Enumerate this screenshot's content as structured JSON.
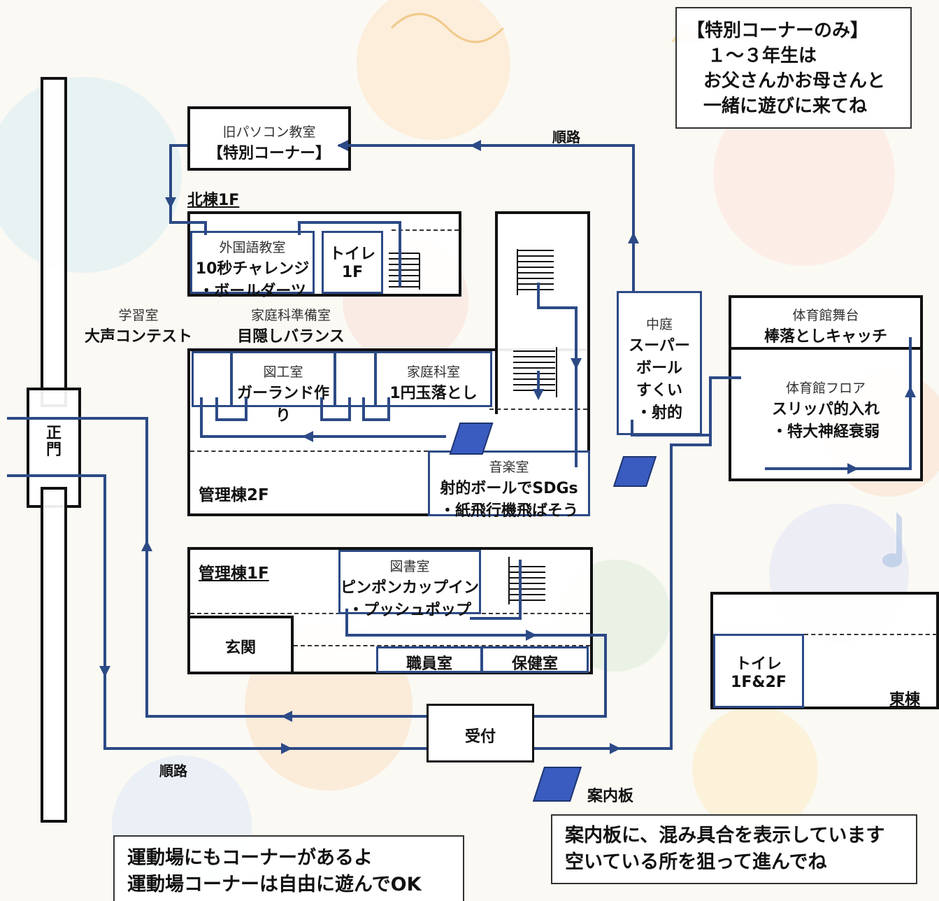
{
  "notes": {
    "special_top": [
      "【特別コーナーのみ】",
      "１～３年生は",
      "お父さんかお母さんと",
      "一緒に遊びに来てね"
    ],
    "board_info": [
      "案内板に、混み具合を表示しています",
      "空いている所を狙って進んでね"
    ],
    "playground": [
      "運動場にもコーナーがあるよ",
      "運動場コーナーは自由に遊んでOK"
    ]
  },
  "rooms": {
    "old_pc": {
      "label": "旧パソコン教室",
      "event": "【特別コーナー】"
    },
    "foreign": {
      "label": "外国語教室",
      "event1": "10秒チャレンジ",
      "event2": "・ボールダーツ"
    },
    "toilet_n": {
      "line1": "トイレ",
      "line2": "1F"
    },
    "study": {
      "label": "学習室",
      "event": "大声コンテスト"
    },
    "home_prep": {
      "label": "家庭科準備室",
      "event": "目隠しバランス"
    },
    "art": {
      "label": "図工室",
      "event": "ガーランド作り"
    },
    "home_ec": {
      "label": "家庭科室",
      "event": "1円玉落とし"
    },
    "music": {
      "label": "音楽室",
      "event1": "射的ボールでSDGs",
      "event2": "・紙飛行機飛ばそう"
    },
    "courtyard": {
      "label": "中庭",
      "lines": [
        "スーパー",
        "ボール",
        "すくい",
        "・射的"
      ]
    },
    "gym_stage": {
      "label": "体育館舞台",
      "event": "棒落としキャッチ"
    },
    "gym_floor": {
      "label": "体育館フロア",
      "event1": "スリッパ的入れ",
      "event2": "・特大神経衰弱"
    },
    "library": {
      "label": "図書室",
      "event1": "ピンポンカップイン",
      "event2": "・プッシュポップ"
    },
    "entrance": {
      "label": "玄関"
    },
    "staff": {
      "label": "職員室"
    },
    "nurse": {
      "label": "保健室"
    },
    "reception": {
      "label": "受付"
    },
    "toilet_e": {
      "line1": "トイレ",
      "line2": "1F&2F"
    }
  },
  "buildings": {
    "north_1f": "北棟1F",
    "admin_2f": "管理棟2F",
    "admin_1f": "管理棟1F",
    "east": "東棟"
  },
  "labels": {
    "route_top": "順路",
    "route_bottom": "順路",
    "gate_line1": "正",
    "gate_line2": "門",
    "board": "案内板"
  },
  "colors": {
    "route": "#2c4a86",
    "sign": "#3a5bbf",
    "wall": "#111111"
  }
}
